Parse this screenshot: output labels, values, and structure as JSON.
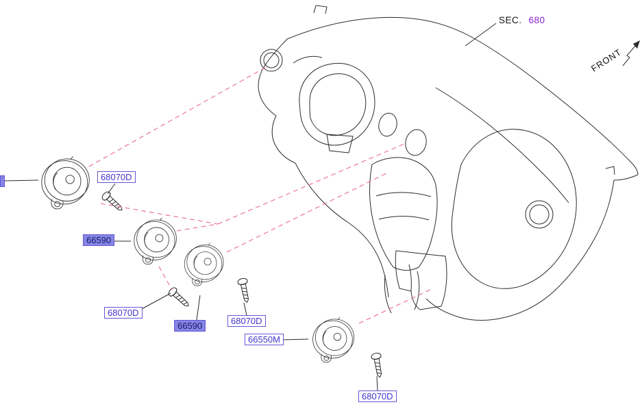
{
  "diagram": {
    "title": "Instrument panel ventilator parts diagram",
    "sec_label": {
      "prefix": "SEC.",
      "number": "680"
    },
    "front_label": "FRONT",
    "part_labels": [
      {
        "text": "68070D",
        "highlight": false
      },
      {
        "text": "66590",
        "highlight": true
      },
      {
        "text": "68070D",
        "highlight": false
      },
      {
        "text": "66590",
        "highlight": true
      },
      {
        "text": "68070D",
        "highlight": false
      },
      {
        "text": "66550M",
        "highlight": false
      },
      {
        "text": "68070D",
        "highlight": false
      }
    ],
    "truncated_label": "",
    "colors": {
      "label_text": "#4433cc",
      "label_border": "#6655d5",
      "highlight_bg": "#8585e6",
      "highlight_text": "#1a1a66",
      "dashed_line": "#ee8099",
      "line": "#2b2b2b",
      "sec_number": "#8822cc"
    }
  }
}
